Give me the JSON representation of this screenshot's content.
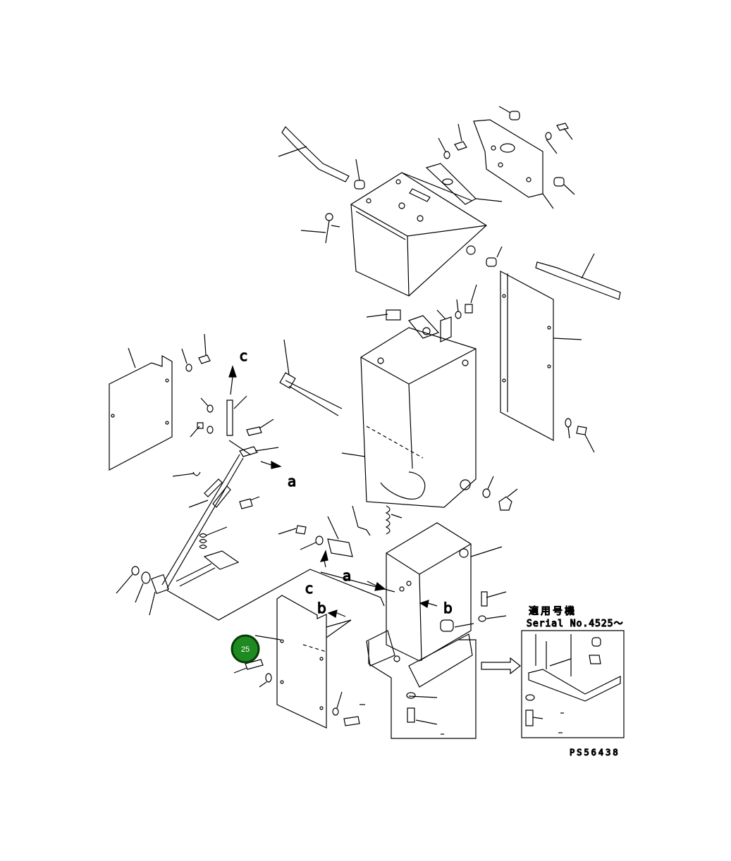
{
  "view_labels": {
    "a1": "a",
    "a2": "a",
    "b1": "b",
    "b2": "b",
    "c1": "c",
    "c2": "c"
  },
  "inset": {
    "title_jp": "適用号機",
    "serial_text": "Serial No.4525～"
  },
  "drawing_code": "PS56438",
  "callout": {
    "number": "25",
    "color": "#1f8a1f"
  }
}
